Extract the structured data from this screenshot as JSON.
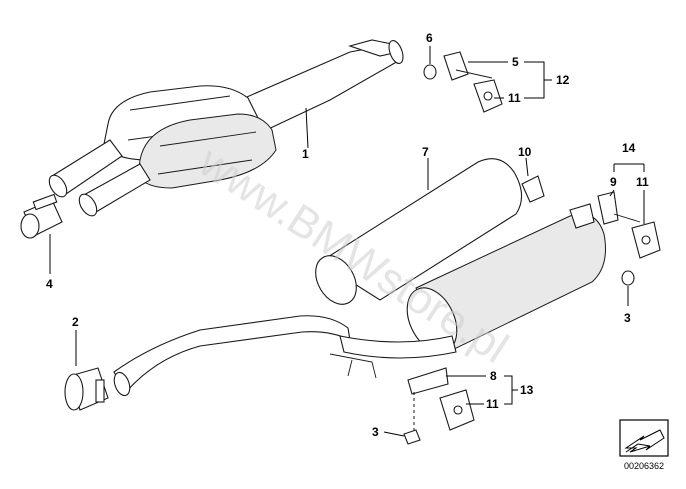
{
  "diagram": {
    "watermark": "www.BMWstore.pl",
    "document_id": "00206362",
    "nav_icon": "arrow-down-left-icon",
    "callouts": {
      "c1": "1",
      "c2": "2",
      "c3a": "3",
      "c3b": "3",
      "c4": "4",
      "c5": "5",
      "c6": "6",
      "c7": "7",
      "c8": "8",
      "c9": "9",
      "c10": "10",
      "c11a": "11",
      "c11b": "11",
      "c11c": "11",
      "c12": "12",
      "c13": "13",
      "c14": "14"
    }
  }
}
